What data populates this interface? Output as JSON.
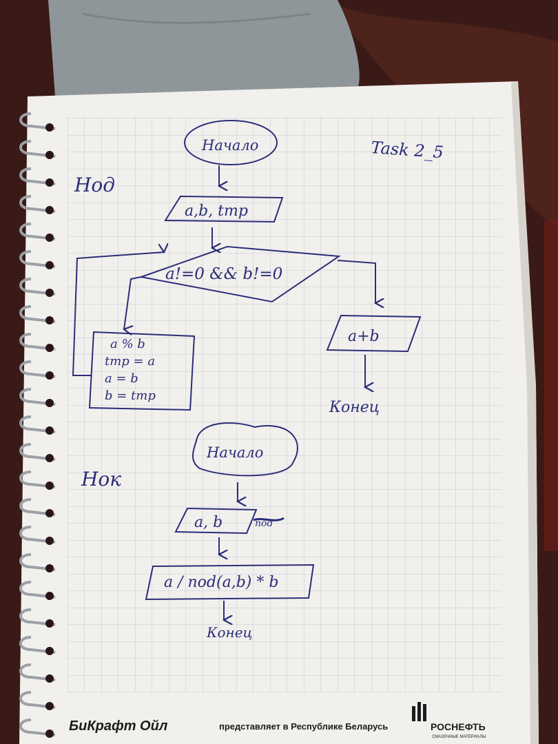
{
  "notebook": {
    "task_label": "Task 2_5",
    "nod_section": {
      "label": "Нод",
      "start": "Начало",
      "input": "a,b, tmp",
      "condition": "a!=0 && b!=0",
      "loop_body": [
        "a % b",
        "tmp = a",
        "a = b",
        "b = tmp"
      ],
      "output": "a+b",
      "end": "Конец"
    },
    "nok_section": {
      "label": "Нок",
      "start": "Начало",
      "input": "a, b",
      "input_strike": "nod",
      "output": "a / nod(a,b) * b",
      "end": "Конец"
    }
  },
  "footer": {
    "brand_left": "БиКрафт Ойл",
    "tagline": "представляет в Республике Беларусь",
    "brand_right": "РОСНЕФТЬ",
    "brand_right_sub": "СМАЗОЧНЫЕ МАТЕРИАЛЫ"
  },
  "colors": {
    "ink": "#2b2d78",
    "paper": "#f4f3f0",
    "grid": "#c9cdd6",
    "carpet": "#3a1a16",
    "jeans": "#8f969a"
  }
}
